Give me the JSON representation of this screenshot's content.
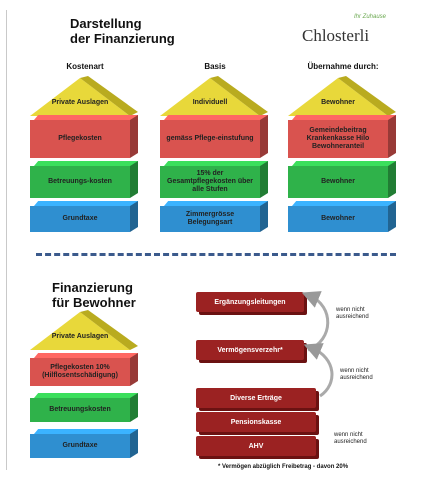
{
  "logo_text": "Chlosterli",
  "logo_sub": "Ihr Zuhause",
  "top": {
    "title_line1": "Darstellung",
    "title_line2": "der Finanzierung",
    "col_headers": [
      "Kostenart",
      "Basis",
      "Übernahme durch:"
    ],
    "roofs": [
      "Private Auslagen",
      "Individuell",
      "Bewohner"
    ],
    "row_red": [
      "Pflegekosten",
      "gemäss Pflege-einstufung",
      "Gemeindebeitrag Krankenkasse Hilo Bewohneranteil"
    ],
    "row_green": [
      "Betreuungs-kosten",
      "15% der Gesamtpflegekosten über alle Stufen",
      "Bewohner"
    ],
    "row_blue": [
      "Grundtaxe",
      "Zimmergrösse Belegungsart",
      "Bewohner"
    ]
  },
  "bottom": {
    "title_line1": "Finanzierung",
    "title_line2": "für Bewohner",
    "roof": "Private Auslagen",
    "red": "Pflegekosten 10% (Hilflosentschädigung)",
    "green": "Betreuungskosten",
    "blue": "Grundtaxe",
    "bricks": {
      "erganzung": "Ergänzungsleitungen",
      "vermogen": "Vermögensverzehr*",
      "ertraege": "Diverse Erträge",
      "pension": "Pensionskasse",
      "ahv": "AHV"
    },
    "notes": [
      "wenn nicht ausreichend",
      "wenn nicht ausreichend",
      "wenn nicht ausreichend"
    ],
    "footnote": "* Vermögen abzüglich Freibetrag - davon 20%"
  },
  "colors": {
    "red": "#d9534f",
    "green": "#2fb24a",
    "blue": "#2f8fd0",
    "roof": "#e8d83a",
    "brick": "#9b2222"
  }
}
